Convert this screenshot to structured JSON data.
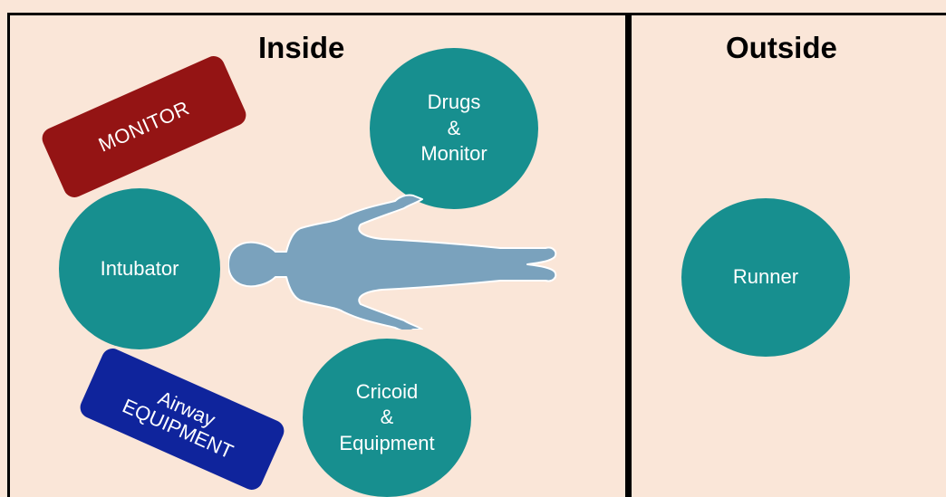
{
  "inside": {
    "title": "Inside"
  },
  "outside": {
    "title": "Outside"
  },
  "monitor_box": {
    "label": "MONITOR",
    "color": "#941414"
  },
  "airway_box": {
    "line1": "Airway",
    "line2": "EQUIPMENT",
    "color": "#0f249c"
  },
  "roles": {
    "drugs": {
      "line1": "Drugs",
      "line2": "&",
      "line3": "Monitor"
    },
    "intubator": {
      "label": "Intubator"
    },
    "cricoid": {
      "line1": "Cricoid",
      "line2": "&",
      "line3": "Equipment"
    },
    "runner": {
      "label": "Runner"
    }
  },
  "colors": {
    "background": "#fae6d8",
    "circle": "#178f8f",
    "patient": "#7aa2bd"
  },
  "patient": {
    "icon": "patient-figure-icon"
  }
}
